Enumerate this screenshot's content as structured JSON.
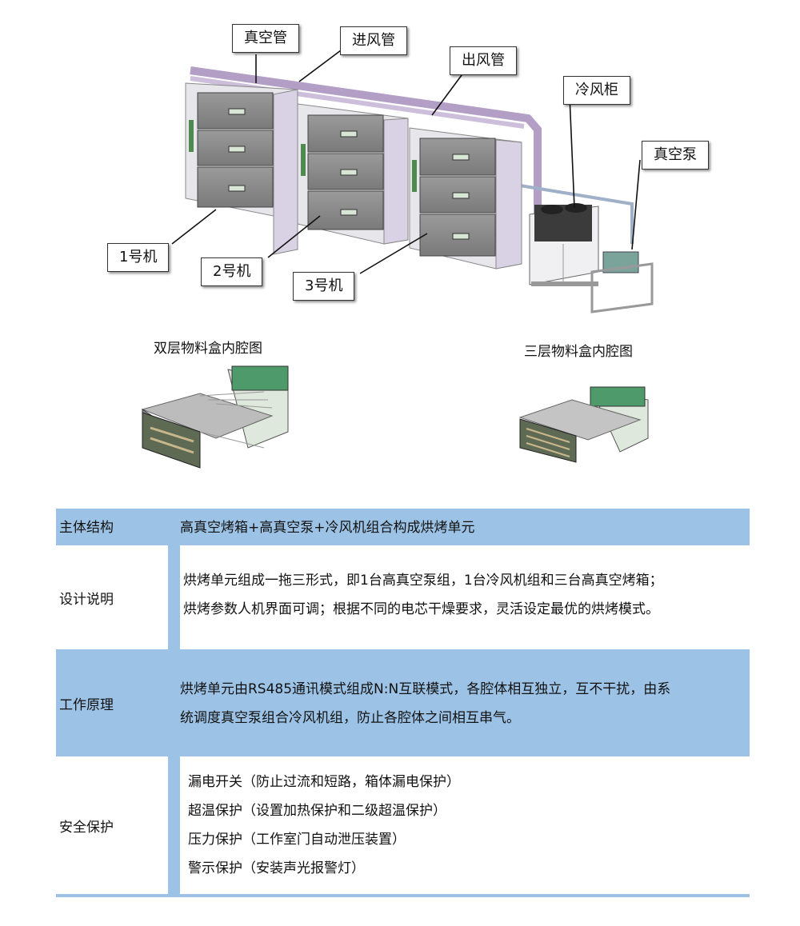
{
  "callouts": {
    "vacuum_pipe": "真空管",
    "inlet_pipe": "进风管",
    "outlet_pipe": "出风管",
    "cooling_cabinet": "冷风柜",
    "vacuum_pump": "真空泵",
    "machine_1": "1号机",
    "machine_2": "2号机",
    "machine_3": "3号机"
  },
  "captions": {
    "double_layer": "双层物料盒内腔图",
    "triple_layer": "三层物料盒内腔图"
  },
  "spec_table": {
    "rows": [
      {
        "label": "主体结构",
        "lines": [
          "高真空烤箱+高真空泵+冷风机组合构成烘烤单元"
        ]
      },
      {
        "label": "设计说明",
        "lines": [
          "烘烤单元组成一拖三形式，即1台高真空泵组，1台冷风机组和三台高真空烤箱；",
          "烘烤参数人机界面可调；根据不同的电芯干燥要求，灵活设定最优的烘烤模式。"
        ]
      },
      {
        "label": "工作原理",
        "lines": [
          "烘烤单元由RS485通讯模式组成N:N互联模式，各腔体相互独立，互不干扰，由系",
          "统调度真空泵组合冷风机组，防止各腔体之间相互串气。"
        ]
      },
      {
        "label": "安全保护",
        "lines": [
          "漏电开关（防止过流和短路，箱体漏电保护）",
          "超温保护（设置加热保护和二级超温保护）",
          "压力保护（工作室门自动泄压装置）",
          "警示保护（安装声光报警灯）"
        ]
      }
    ]
  },
  "colors": {
    "table_blue": "#9cc3e6",
    "machine_gray": "#8a8a8a",
    "pipe_purple": "#b39fc6"
  }
}
